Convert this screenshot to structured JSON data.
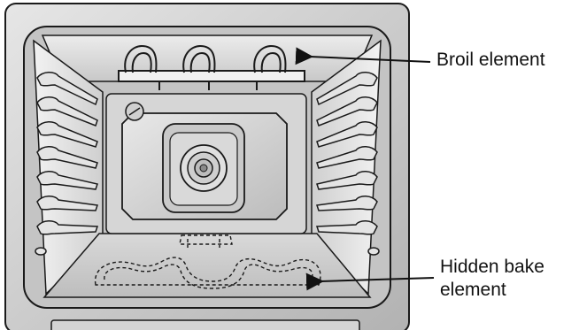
{
  "callouts": {
    "broil_element": "Broil element",
    "hidden_bake_element_line1": "Hidden bake",
    "hidden_bake_element_line2": "element"
  },
  "colors": {
    "cavity_outer": "#cfcfcf",
    "cavity_frame": "#b8b8b8",
    "rack_fill": "#e4e4e4",
    "fan_panel": "#cdcdcd",
    "outline": "#1a1a1a"
  },
  "icons": {
    "arrow": "arrow-left-icon",
    "bake_element": "dashed-element-icon"
  }
}
